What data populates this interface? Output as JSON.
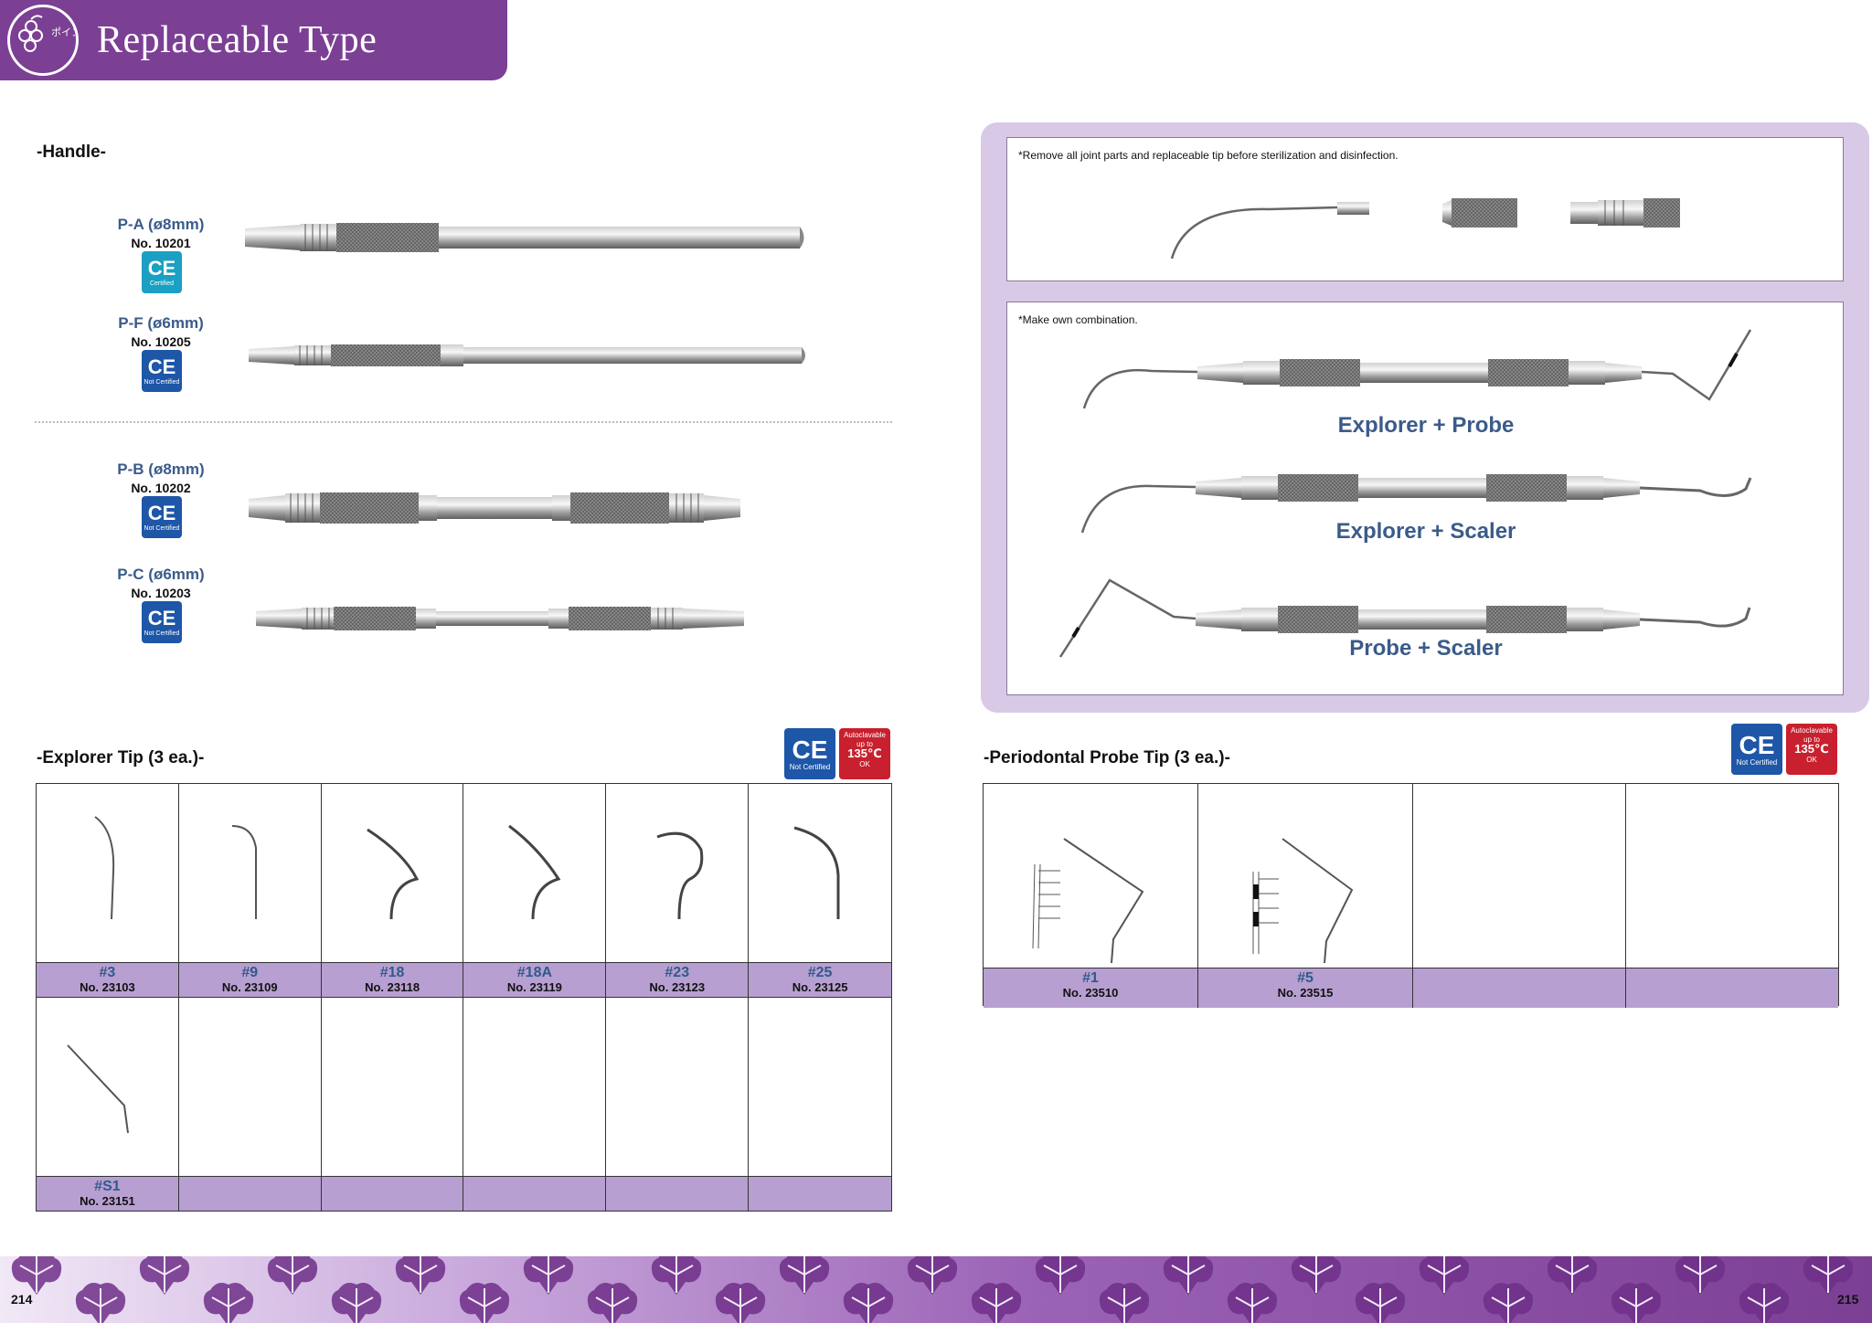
{
  "header": {
    "title": "Replaceable Type",
    "emblem_text": "ポイント式"
  },
  "handle_section": {
    "heading": "-Handle-",
    "models": [
      {
        "name": "P-A (ø8mm)",
        "number": "No. 10201",
        "badge": "Certified"
      },
      {
        "name": "P-F (ø6mm)",
        "number": "No. 10205",
        "badge": "Not Certified"
      },
      {
        "name": "P-B (ø8mm)",
        "number": "No. 10202",
        "badge": "Not Certified"
      },
      {
        "name": "P-C (ø6mm)",
        "number": "No. 10203",
        "badge": "Not Certified"
      }
    ],
    "ce_mark": "CE"
  },
  "combo_panel": {
    "note_top": "*Remove all joint parts and replaceable tip before sterilization and disinfection.",
    "note_bottom": "*Make own combination.",
    "combinations": [
      "Explorer + Probe",
      "Explorer + Scaler",
      "Probe + Scaler"
    ]
  },
  "explorer_section": {
    "heading": "-Explorer Tip (3 ea.)-",
    "tips": [
      {
        "code": "#3",
        "number": "No. 23103"
      },
      {
        "code": "#9",
        "number": "No. 23109"
      },
      {
        "code": "#18",
        "number": "No. 23118"
      },
      {
        "code": "#18A",
        "number": "No. 23119"
      },
      {
        "code": "#23",
        "number": "No. 23123"
      },
      {
        "code": "#25",
        "number": "No. 23125"
      },
      {
        "code": "#S1",
        "number": "No. 23151"
      }
    ]
  },
  "probe_section": {
    "heading": "-Periodontal Probe Tip (3 ea.)-",
    "tips": [
      {
        "code": "#1",
        "number": "No. 23510"
      },
      {
        "code": "#5",
        "number": "No. 23515"
      }
    ]
  },
  "badges": {
    "not_certified": "Not Certified",
    "autoclave_line1": "Autoclavable",
    "autoclave_line2": "up to",
    "autoclave_temp": "135℃",
    "ok": "OK"
  },
  "footer": {
    "page_left": "214",
    "page_right": "215"
  },
  "colors": {
    "brand_purple": "#7b3f94",
    "panel_lavender": "#d8c9e6",
    "caption_purple": "#b79fd1",
    "model_blue": "#3b5b8a"
  }
}
